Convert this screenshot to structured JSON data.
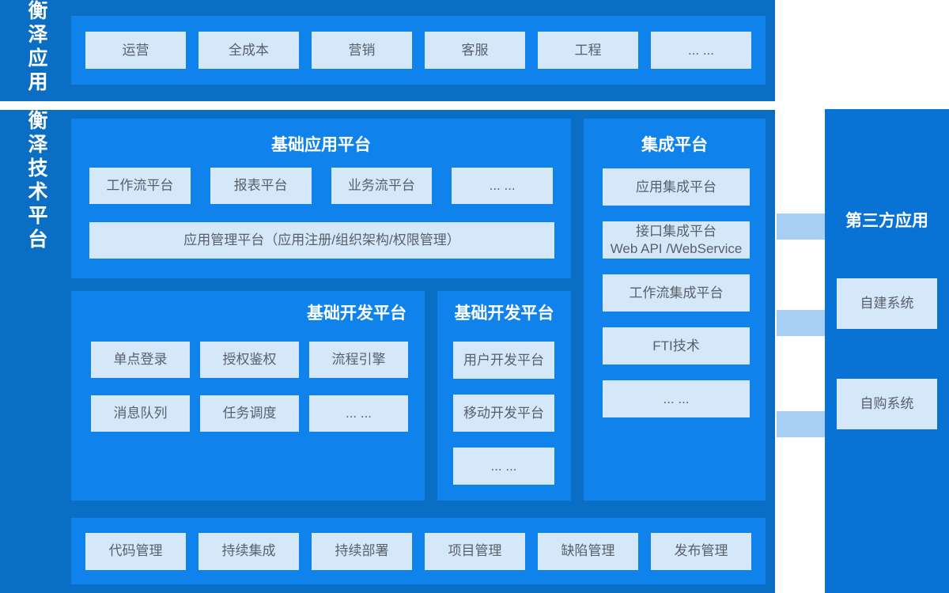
{
  "colors": {
    "band": "#0b6ec5",
    "panel": "#0f83eb",
    "box": "#d5e8fa",
    "box_text": "#58606b",
    "connector": "#a9cef3",
    "right_panel": "#0872d5",
    "title_text": "#ffffff"
  },
  "top_band": {
    "label": "衡泽应用",
    "items": [
      "运营",
      "全成本",
      "营销",
      "客服",
      "工程",
      "... ..."
    ]
  },
  "main_band": {
    "label": "衡泽技术平台",
    "app_platform": {
      "title": "基础应用平台",
      "items": [
        "工作流平台",
        "报表平台",
        "业务流平台",
        "... ..."
      ],
      "wide_item": "应用管理平台（应用注册/组织架构/权限管理）"
    },
    "integration_platform": {
      "title": "集成平台",
      "items": [
        "应用集成平台",
        "接口集成平台\nWeb API /WebService",
        "工作流集成平台",
        "FTI技术",
        "... ..."
      ]
    },
    "dev_platform_left": {
      "title": "基础开发平台",
      "items": [
        "单点登录",
        "授权鉴权",
        "流程引擎",
        "消息队列",
        "任务调度",
        "... ..."
      ]
    },
    "dev_platform_right": {
      "title": "基础开发平台",
      "items": [
        "用户开发平台",
        "移动开发平台",
        "... ..."
      ]
    },
    "devops_bar": {
      "items": [
        "代码管理",
        "持续集成",
        "持续部署",
        "项目管理",
        "缺陷管理",
        "发布管理"
      ]
    }
  },
  "third_party": {
    "title": "第三方应用",
    "items": [
      "自建系统",
      "自购系统"
    ]
  }
}
